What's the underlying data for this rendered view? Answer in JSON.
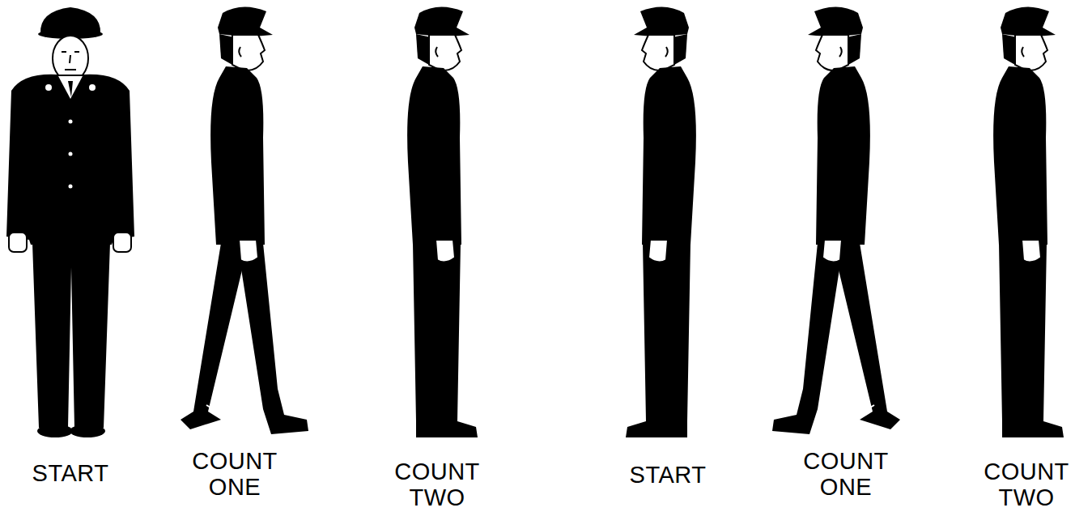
{
  "diagram": {
    "labels": [
      "START",
      "COUNT ONE",
      "COUNT TWO",
      "START",
      "COUNT ONE",
      "COUNT TWO"
    ]
  }
}
